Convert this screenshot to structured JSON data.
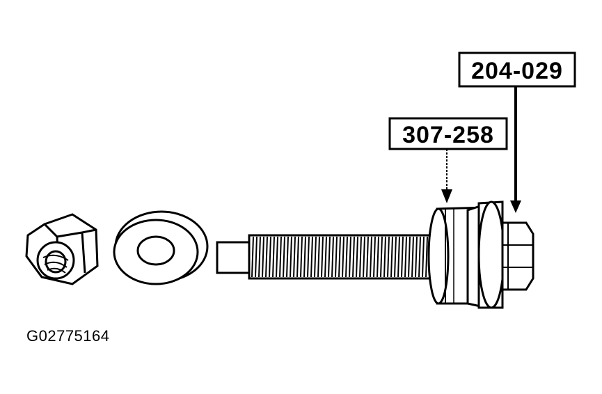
{
  "callouts": {
    "tool_1": "204-029",
    "tool_2": "307-258"
  },
  "figure_id": "G02775164",
  "colors": {
    "line": "#000000",
    "background": "#ffffff"
  }
}
